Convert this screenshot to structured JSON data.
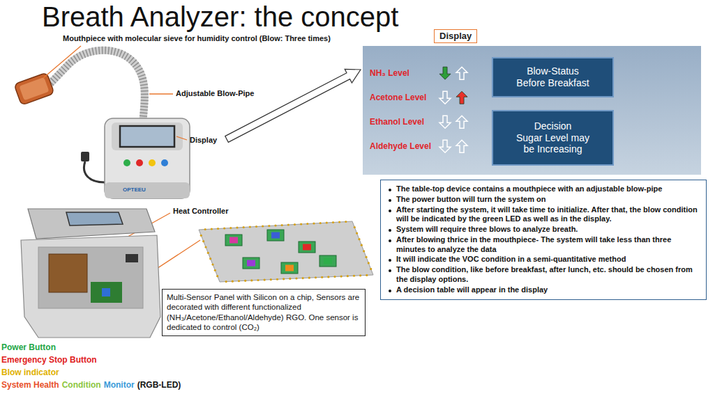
{
  "diagram": {
    "title": "Breath Analyzer: the concept",
    "nodes": [
      {
        "text": [
          "Display"
        ]
      },
      {
        "text": [
          "NH₃ Level",
          "Acetone Level",
          "Ethanol Level",
          "Aldehyde Level"
        ]
      },
      {
        "text": [
          "Blow-Status Before Breakfast"
        ],
        "in": 1
      },
      {
        "text": [
          "Decision",
          "Sugar Level may be Increasing"
        ],
        "in": 1
      },
      {
        "text": [
          "The table-top device contains a mouthpiece with an adjustable blow-pipe",
          "The power button will turn the system on",
          "After starting the system, it will take time to initialize. After that, the blow condition will be indicated by the green LED as well as in the display.",
          "System will require three blows to analyze breath.",
          "After blowing thrice in the mouthpiece- The system will take less than three minutes to analyze the data",
          "It will indicate the VOC condition in a semi-quantitative method",
          "The blow condition, like before breakfast, after lunch, etc. should be chosen from the display options.",
          "A decision table will appear in the display"
        ]
      },
      {
        "text": [
          "Multi-Sensor Panel with Silicon on a chip, Sensors are decorated with different functionalized (NH₃/Acetone/Ethanol/Aldehyde) RGO. One sensor is dedicated to control (CO₂)"
        ]
      }
    ],
    "labels": [
      "Mouthpiece with molecular sieve for humidity control (Blow: Three times)",
      "Adjustable Blow-Pipe",
      "Display",
      "OPTEEU",
      "Heat Controller",
      "Power Button",
      "Emergency Stop Button",
      "Blow indicator",
      "System Health",
      "Condition",
      "Monitor",
      "(RGB-LED)"
    ]
  }
}
